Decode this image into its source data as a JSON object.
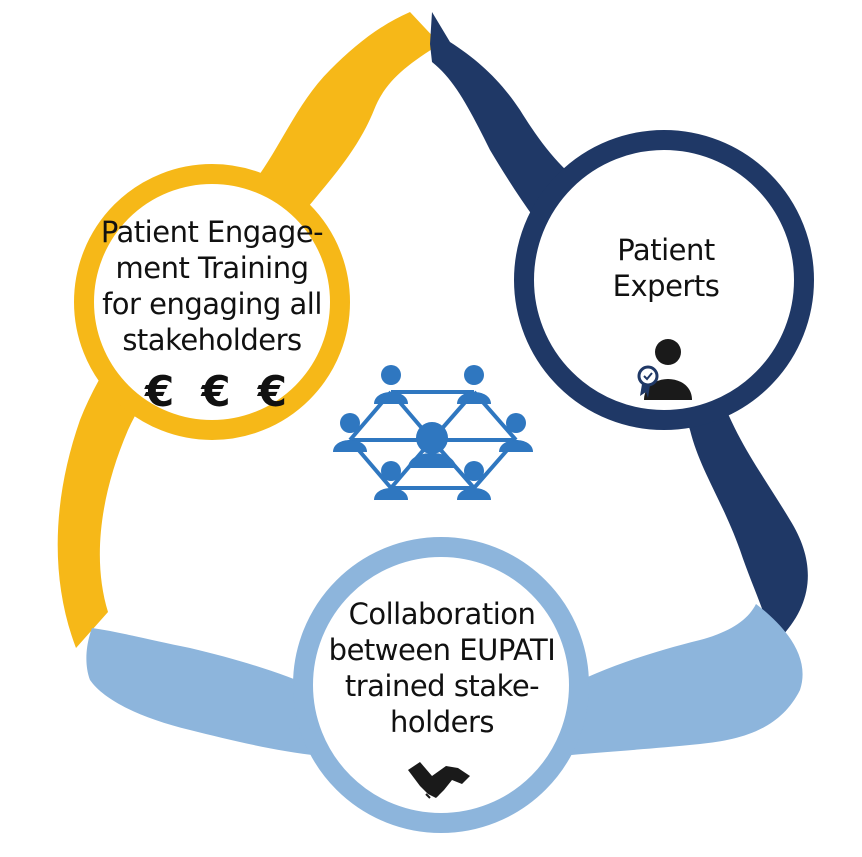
{
  "colors": {
    "gold": "#F6B818",
    "navy": "#1F3866",
    "light_blue": "#8DB5DC",
    "network_blue": "#2F77C0",
    "text": "#111111"
  },
  "circles": {
    "left": {
      "label": "Patient Engage-\nment Training\nfor engaging all\nstakeholders",
      "icons": [
        "€",
        "€",
        "€"
      ]
    },
    "right": {
      "label": "Patient\nExperts",
      "icon": "expert-badge-icon"
    },
    "bottom": {
      "label": "Collaboration\nbetween EUPATI\ntrained stake-\nholders",
      "icon": "handshake-icon"
    }
  },
  "center_icon": "stakeholder-network-icon"
}
